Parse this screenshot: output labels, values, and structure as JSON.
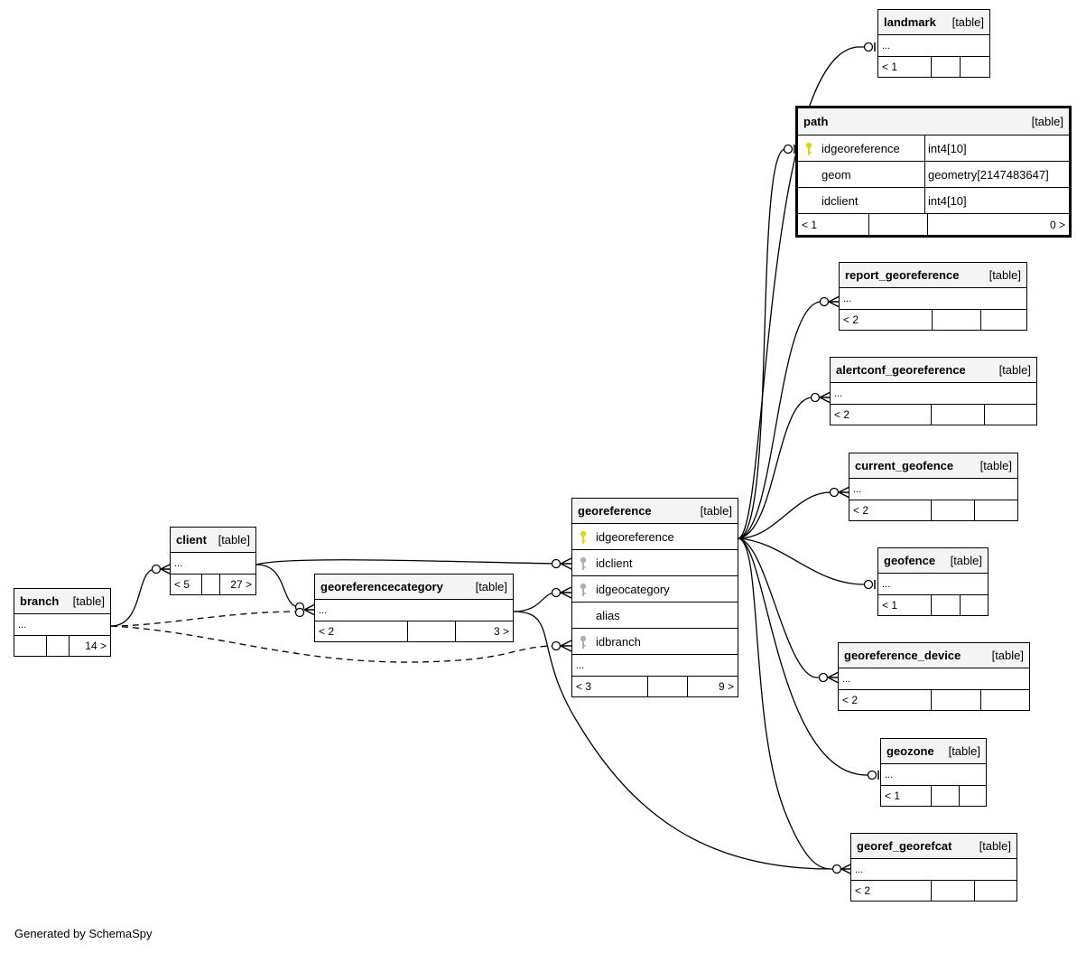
{
  "diagram": {
    "kind_label": "[table]",
    "ellipsis": "...",
    "footer": "Generated by SchemaSpy",
    "colors": {
      "pk_key": "#e6d800",
      "fk_key": "#b0b0b0",
      "header_bg": "#f4f4f4",
      "line": "#000000"
    },
    "tables": {
      "landmark": {
        "name": "landmark",
        "parents": "< 1",
        "mid": "",
        "children": ""
      },
      "path": {
        "name": "path",
        "parents": "< 1",
        "mid": "",
        "children": "0 >",
        "columns": [
          {
            "name": "idgeoreference",
            "type": "int4[10]",
            "key": "pk"
          },
          {
            "name": "geom",
            "type": "geometry[2147483647]",
            "key": ""
          },
          {
            "name": "idclient",
            "type": "int4[10]",
            "key": ""
          }
        ]
      },
      "report_georeference": {
        "name": "report_georeference",
        "parents": "< 2",
        "mid": "",
        "children": ""
      },
      "alertconf_georeference": {
        "name": "alertconf_georeference",
        "parents": "< 2",
        "mid": "",
        "children": ""
      },
      "current_geofence": {
        "name": "current_geofence",
        "parents": "< 2",
        "mid": "",
        "children": ""
      },
      "geofence": {
        "name": "geofence",
        "parents": "< 1",
        "mid": "",
        "children": ""
      },
      "georeference_device": {
        "name": "georeference_device",
        "parents": "< 2",
        "mid": "",
        "children": ""
      },
      "geozone": {
        "name": "geozone",
        "parents": "< 1",
        "mid": "",
        "children": ""
      },
      "georef_georefcat": {
        "name": "georef_georefcat",
        "parents": "< 2",
        "mid": "",
        "children": ""
      },
      "georeference": {
        "name": "georeference",
        "parents": "< 3",
        "mid": "",
        "children": "9 >",
        "columns": [
          {
            "name": "idgeoreference",
            "key": "pk"
          },
          {
            "name": "idclient",
            "key": "fk"
          },
          {
            "name": "idgeocategory",
            "key": "fk"
          },
          {
            "name": "alias",
            "key": ""
          },
          {
            "name": "idbranch",
            "key": "fk"
          }
        ]
      },
      "georeferencecategory": {
        "name": "georeferencecategory",
        "parents": "< 2",
        "mid": "",
        "children": "3 >"
      },
      "client": {
        "name": "client",
        "parents": "< 5",
        "mid": "",
        "children": "27 >"
      },
      "branch": {
        "name": "branch",
        "parents": "",
        "mid": "",
        "children": "14 >"
      }
    },
    "relationships": [
      {
        "from": "georeference",
        "to": "landmark",
        "style": "solid"
      },
      {
        "from": "georeference",
        "to": "path",
        "style": "solid"
      },
      {
        "from": "georeference",
        "to": "report_georeference",
        "style": "solid"
      },
      {
        "from": "georeference",
        "to": "alertconf_georeference",
        "style": "solid"
      },
      {
        "from": "georeference",
        "to": "current_geofence",
        "style": "solid"
      },
      {
        "from": "georeference",
        "to": "geofence",
        "style": "solid"
      },
      {
        "from": "georeference",
        "to": "georeference_device",
        "style": "solid"
      },
      {
        "from": "georeference",
        "to": "geozone",
        "style": "solid"
      },
      {
        "from": "georeference",
        "to": "georef_georefcat",
        "style": "solid"
      },
      {
        "from": "georeferencecategory",
        "to": "georef_georefcat",
        "style": "solid"
      },
      {
        "from": "georeferencecategory",
        "to": "georeference",
        "style": "solid"
      },
      {
        "from": "client",
        "to": "georeference",
        "style": "solid"
      },
      {
        "from": "client",
        "to": "georeferencecategory",
        "style": "solid"
      },
      {
        "from": "branch",
        "to": "client",
        "style": "solid"
      },
      {
        "from": "branch",
        "to": "georeferencecategory",
        "style": "dashed"
      },
      {
        "from": "branch",
        "to": "georeference",
        "style": "dashed"
      }
    ]
  }
}
